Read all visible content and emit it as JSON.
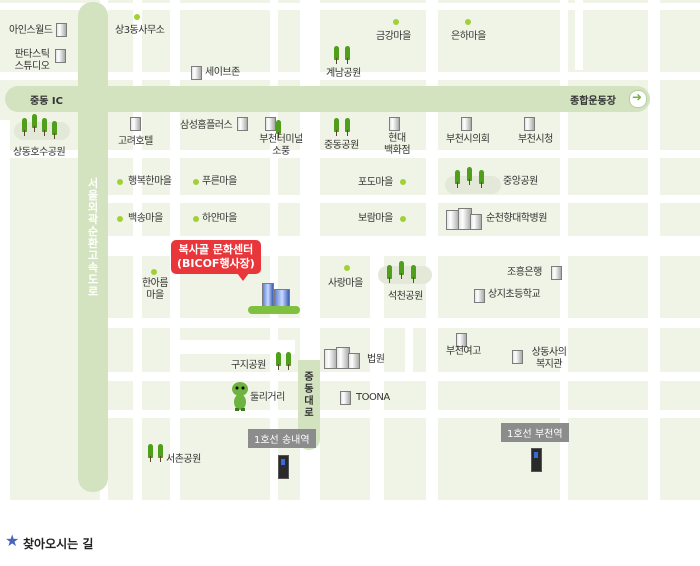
{
  "map": {
    "labels": {
      "l1": "아인스월드",
      "l2": "판타스틱\n스튜디오",
      "l3": "상3동사무소",
      "l4": "세이브존",
      "l5": "금강마을",
      "l6": "은하마을",
      "l7": "계남공원",
      "l8": "중동 IC",
      "l9": "종합운동장",
      "l10": "상동호수공원",
      "l11": "고려호텔",
      "l12": "삼성홈플러스",
      "l13": "부천터미널\n소풍",
      "l14": "중동공원",
      "l15": "현대\n백화점",
      "l16": "부천시의회",
      "l17": "부천시청",
      "l18": "행복한마을",
      "l19": "푸른마을",
      "l20": "포도마을",
      "l21": "중앙공원",
      "l22": "백송마을",
      "l23": "하얀마을",
      "l24": "보람마을",
      "l25": "순천향대학병원",
      "l26": "한아름\n마을",
      "l27": "사랑마을",
      "l28": "석천공원",
      "l29": "조흥은행",
      "l30": "상지초등학교",
      "l31": "구지공원",
      "l32": "법원",
      "l33": "부천여고",
      "l34": "상동사의\n복지관",
      "l35": "둘리거리",
      "l36": "TOONA",
      "l37": "서촌공원"
    },
    "highway": "서울외곽순환고속도로",
    "jungdong_road": "중동대로",
    "callout": "복사골 문화센터\n(BICOF행사장)",
    "stations": {
      "s1": "1호선 송내역",
      "s2": "1호선 부천역"
    }
  },
  "footer": {
    "title": "찾아오시는 길"
  },
  "colors": {
    "background": "#f0f4e6",
    "main_road": "#d3e3c0",
    "callout": "#e8363a",
    "station_tag": "#8c8c8c"
  }
}
